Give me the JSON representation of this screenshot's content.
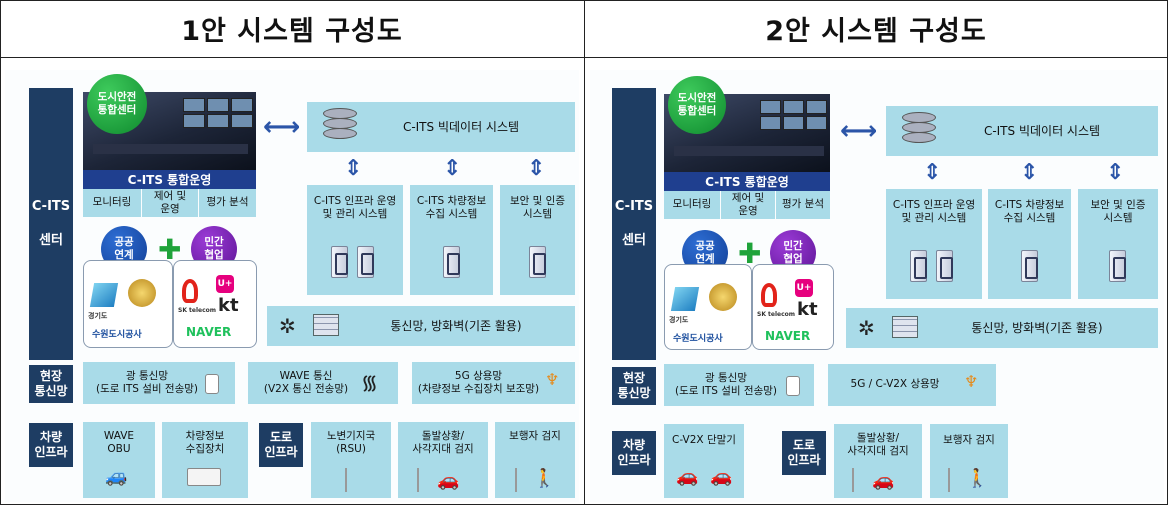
{
  "header": {
    "left_title": "1안 시스템 구성도",
    "right_title": "2안 시스템 구성도"
  },
  "plan1": {
    "center_label_line1": "C-ITS",
    "center_label_line2": "센터",
    "safety_center_line1": "도시안전",
    "safety_center_line2": "통합센터",
    "integrated_ops": "C-ITS 통합운영",
    "ops_items": [
      "모니터링",
      "제어 및\n운영",
      "평가 분석"
    ],
    "public_line1": "공공",
    "public_line2": "연계",
    "private_line1": "민간",
    "private_line2": "협업",
    "bigdata": "C-ITS 빅데이터 시스템",
    "systems": [
      "C-ITS 인프라 운영\n및 관리 시스템",
      "C-ITS 차량정보\n수집 시스템",
      "보안 및 인증\n시스템"
    ],
    "network": "통신망, 방화벽(기존 활용)",
    "logos": {
      "gg": "경기도",
      "suwon": "수원도시공사",
      "sk": "SK telecom",
      "lgu": "U+",
      "kt": "kt",
      "naver": "NAVER"
    },
    "field_label_line1": "현장",
    "field_label_line2": "통신망",
    "field_items": [
      "광 통신망\n(도로 ITS 설비 전송망)",
      "WAVE 통신\n(V2X 통신 전송망)",
      "5G 상용망\n(차량정보 수집장치 보조망)"
    ],
    "vehicle_label_line1": "차량",
    "vehicle_label_line2": "인프라",
    "vehicle_items": [
      "WAVE\nOBU",
      "차량정보\n수집장치"
    ],
    "road_label_line1": "도로",
    "road_label_line2": "인프라",
    "road_items": [
      "노변기지국\n(RSU)",
      "돌발상황/\n사각지대 검지",
      "보행자 검지"
    ]
  },
  "plan2": {
    "center_label_line1": "C-ITS",
    "center_label_line2": "센터",
    "safety_center_line1": "도시안전",
    "safety_center_line2": "통합센터",
    "integrated_ops": "C-ITS 통합운영",
    "ops_items": [
      "모니터링",
      "제어 및\n운영",
      "평가 분석"
    ],
    "public_line1": "공공",
    "public_line2": "연계",
    "private_line1": "민간",
    "private_line2": "협업",
    "bigdata": "C-ITS 빅데이터 시스템",
    "systems": [
      "C-ITS 인프라 운영\n및 관리 시스템",
      "C-ITS 차량정보\n수집 시스템",
      "보안 및 인증\n시스템"
    ],
    "network": "통신망, 방화벽(기존 활용)",
    "logos": {
      "gg": "경기도",
      "suwon": "수원도시공사",
      "sk": "SK telecom",
      "lgu": "U+",
      "kt": "kt",
      "naver": "NAVER"
    },
    "field_label_line1": "현장",
    "field_label_line2": "통신망",
    "field_items": [
      "광 통신망\n(도로 ITS 설비 전송망)",
      "5G / C-V2X 상용망"
    ],
    "vehicle_label_line1": "차량",
    "vehicle_label_line2": "인프라",
    "vehicle_items": [
      "C-V2X 단말기"
    ],
    "road_label_line1": "도로",
    "road_label_line2": "인프라",
    "road_items": [
      "돌발상황/\n사각지대 검지",
      "보행자 검지"
    ]
  },
  "colors": {
    "dark_navy": "#1e3d63",
    "light_cyan": "#a9dbe8",
    "ops_blue": "#1f3f8f",
    "public_green": "#0f8a2e",
    "private_purple": "#5e1596"
  }
}
